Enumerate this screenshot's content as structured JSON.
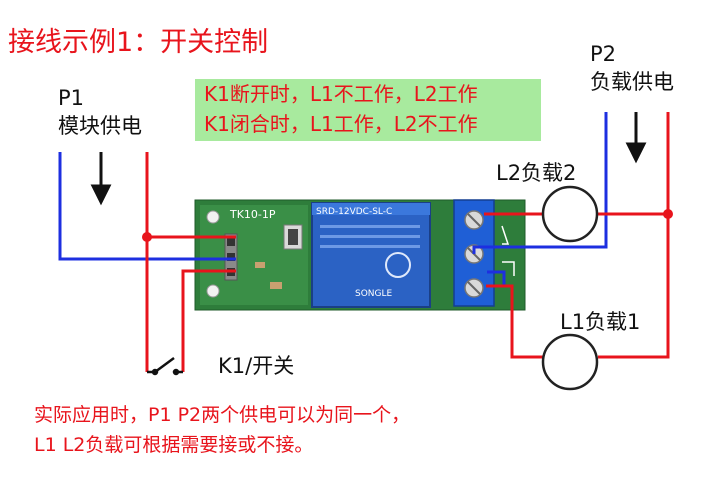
{
  "title": "接线示例1：开关控制",
  "power_module": {
    "label_line1": "P1",
    "label_line2": "模块供电"
  },
  "power_load": {
    "label_line1": "P2",
    "label_line2": "负载供电"
  },
  "conditions": {
    "line1": "K1断开时，L1不工作，L2工作",
    "line2": "K1闭合时，L1工作，L2不工作"
  },
  "load2_label": "L2负载2",
  "load1_label": "L1负载1",
  "switch_label": "K1/开关",
  "note": {
    "line1": "实际应用时，P1 P2两个供电可以为同一个，",
    "line2": "L1 L2负载可根据需要接或不接。"
  },
  "board": {
    "module_marking": "TK10-1P",
    "relay_marking_1": "SRD-12VDC-SL-C",
    "relay_marking_2": "SONGLE"
  },
  "colors": {
    "red": "#e8141c",
    "blue": "#1d2fe0",
    "highlight": "#a8ea9e",
    "pcb": "#2e7d3b"
  }
}
